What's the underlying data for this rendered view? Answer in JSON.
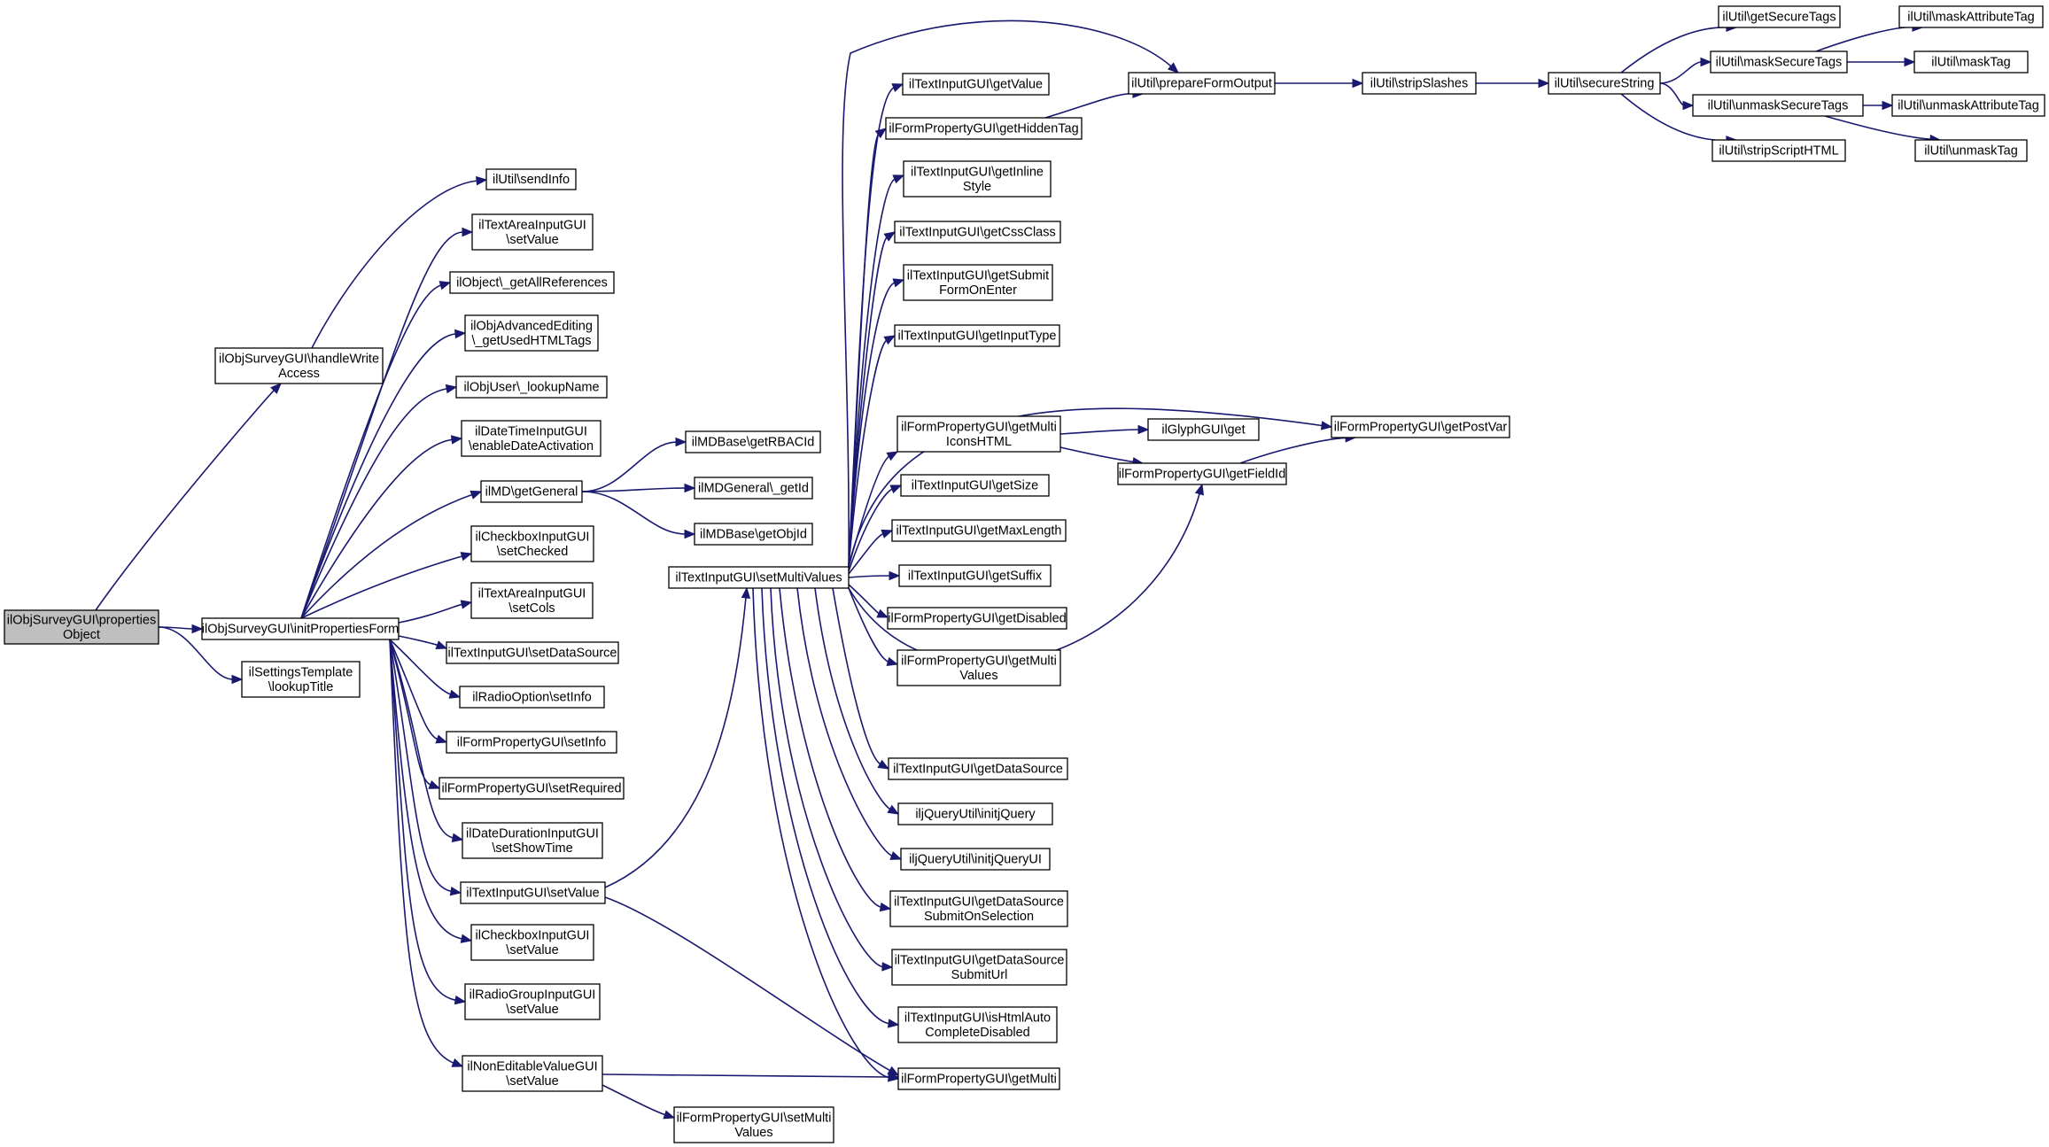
{
  "graph": {
    "nodes": [
      {
        "id": "n0",
        "lines": [
          "ilObjSurveyGUI\\properties",
          "Object"
        ],
        "root": true
      },
      {
        "id": "n1",
        "lines": [
          "ilObjSurveyGUI\\handleWrite",
          "Access"
        ]
      },
      {
        "id": "n2",
        "lines": [
          "ilObjSurveyGUI\\initPropertiesForm"
        ]
      },
      {
        "id": "n3",
        "lines": [
          "ilSettingsTemplate",
          "\\lookupTitle"
        ]
      },
      {
        "id": "n4",
        "lines": [
          "ilUtil\\sendInfo"
        ]
      },
      {
        "id": "n5",
        "lines": [
          "ilTextAreaInputGUI",
          "\\setValue"
        ]
      },
      {
        "id": "n6",
        "lines": [
          "ilObject\\_getAllReferences"
        ]
      },
      {
        "id": "n7",
        "lines": [
          "ilObjAdvancedEditing",
          "\\_getUsedHTMLTags"
        ]
      },
      {
        "id": "n8",
        "lines": [
          "ilObjUser\\_lookupName"
        ]
      },
      {
        "id": "n9",
        "lines": [
          "ilDateTimeInputGUI",
          "\\enableDateActivation"
        ]
      },
      {
        "id": "n10",
        "lines": [
          "ilMD\\getGeneral"
        ]
      },
      {
        "id": "n11",
        "lines": [
          "ilCheckboxInputGUI",
          "\\setChecked"
        ]
      },
      {
        "id": "n12",
        "lines": [
          "ilTextAreaInputGUI",
          "\\setCols"
        ]
      },
      {
        "id": "n13",
        "lines": [
          "ilTextInputGUI\\setDataSource"
        ]
      },
      {
        "id": "n14",
        "lines": [
          "ilRadioOption\\setInfo"
        ]
      },
      {
        "id": "n15",
        "lines": [
          "ilFormPropertyGUI\\setInfo"
        ]
      },
      {
        "id": "n16",
        "lines": [
          "ilFormPropertyGUI\\setRequired"
        ]
      },
      {
        "id": "n17",
        "lines": [
          "ilDateDurationInputGUI",
          "\\setShowTime"
        ]
      },
      {
        "id": "n18",
        "lines": [
          "ilTextInputGUI\\setValue"
        ]
      },
      {
        "id": "n19",
        "lines": [
          "ilCheckboxInputGUI",
          "\\setValue"
        ]
      },
      {
        "id": "n20",
        "lines": [
          "ilRadioGroupInputGUI",
          "\\setValue"
        ]
      },
      {
        "id": "n21",
        "lines": [
          "ilNonEditableValueGUI",
          "\\setValue"
        ]
      },
      {
        "id": "n22",
        "lines": [
          "ilMDBase\\getRBACId"
        ]
      },
      {
        "id": "n23",
        "lines": [
          "ilMDGeneral\\_getId"
        ]
      },
      {
        "id": "n24",
        "lines": [
          "ilMDBase\\getObjId"
        ]
      },
      {
        "id": "n25",
        "lines": [
          "ilTextInputGUI\\setMultiValues"
        ]
      },
      {
        "id": "n26",
        "lines": [
          "ilFormPropertyGUI\\setMulti",
          "Values"
        ]
      },
      {
        "id": "n27",
        "lines": [
          "ilTextInputGUI\\getValue"
        ]
      },
      {
        "id": "n28",
        "lines": [
          "ilFormPropertyGUI\\getHiddenTag"
        ]
      },
      {
        "id": "n29",
        "lines": [
          "ilTextInputGUI\\getInline",
          "Style"
        ]
      },
      {
        "id": "n30",
        "lines": [
          "ilTextInputGUI\\getCssClass"
        ]
      },
      {
        "id": "n31",
        "lines": [
          "ilTextInputGUI\\getSubmit",
          "FormOnEnter"
        ]
      },
      {
        "id": "n32",
        "lines": [
          "ilTextInputGUI\\getInputType"
        ]
      },
      {
        "id": "n33",
        "lines": [
          "ilFormPropertyGUI\\getMulti",
          "IconsHTML"
        ]
      },
      {
        "id": "n34",
        "lines": [
          "ilTextInputGUI\\getSize"
        ]
      },
      {
        "id": "n35",
        "lines": [
          "ilTextInputGUI\\getMaxLength"
        ]
      },
      {
        "id": "n36",
        "lines": [
          "ilTextInputGUI\\getSuffix"
        ]
      },
      {
        "id": "n37",
        "lines": [
          "ilFormPropertyGUI\\getDisabled"
        ]
      },
      {
        "id": "n38",
        "lines": [
          "ilFormPropertyGUI\\getMulti",
          "Values"
        ]
      },
      {
        "id": "n39",
        "lines": [
          "ilTextInputGUI\\getDataSource"
        ]
      },
      {
        "id": "n40",
        "lines": [
          "iljQueryUtil\\initjQuery"
        ]
      },
      {
        "id": "n41",
        "lines": [
          "iljQueryUtil\\initjQueryUI"
        ]
      },
      {
        "id": "n42",
        "lines": [
          "ilTextInputGUI\\getDataSource",
          "SubmitOnSelection"
        ]
      },
      {
        "id": "n43",
        "lines": [
          "ilTextInputGUI\\getDataSource",
          "SubmitUrl"
        ]
      },
      {
        "id": "n44",
        "lines": [
          "ilTextInputGUI\\isHtmlAuto",
          "CompleteDisabled"
        ]
      },
      {
        "id": "n45",
        "lines": [
          "ilFormPropertyGUI\\getMulti"
        ]
      },
      {
        "id": "n46",
        "lines": [
          "ilUtil\\prepareFormOutput"
        ]
      },
      {
        "id": "n47",
        "lines": [
          "ilGlyphGUI\\get"
        ]
      },
      {
        "id": "n48",
        "lines": [
          "ilFormPropertyGUI\\getFieldId"
        ]
      },
      {
        "id": "n49",
        "lines": [
          "ilFormPropertyGUI\\getPostVar"
        ]
      },
      {
        "id": "n50",
        "lines": [
          "ilUtil\\stripSlashes"
        ]
      },
      {
        "id": "n51",
        "lines": [
          "ilUtil\\secureString"
        ]
      },
      {
        "id": "n52",
        "lines": [
          "ilUtil\\getSecureTags"
        ]
      },
      {
        "id": "n53",
        "lines": [
          "ilUtil\\maskSecureTags"
        ]
      },
      {
        "id": "n54",
        "lines": [
          "ilUtil\\unmaskSecureTags"
        ]
      },
      {
        "id": "n55",
        "lines": [
          "ilUtil\\stripScriptHTML"
        ]
      },
      {
        "id": "n56",
        "lines": [
          "ilUtil\\maskAttributeTag"
        ]
      },
      {
        "id": "n57",
        "lines": [
          "ilUtil\\maskTag"
        ]
      },
      {
        "id": "n58",
        "lines": [
          "ilUtil\\unmaskAttributeTag"
        ]
      },
      {
        "id": "n59",
        "lines": [
          "ilUtil\\unmaskTag"
        ]
      }
    ],
    "edges": [
      [
        "n0",
        "n1"
      ],
      [
        "n0",
        "n2"
      ],
      [
        "n0",
        "n3"
      ],
      [
        "n1",
        "n4"
      ],
      [
        "n2",
        "n5"
      ],
      [
        "n2",
        "n6"
      ],
      [
        "n2",
        "n7"
      ],
      [
        "n2",
        "n8"
      ],
      [
        "n2",
        "n9"
      ],
      [
        "n2",
        "n10"
      ],
      [
        "n2",
        "n11"
      ],
      [
        "n2",
        "n12"
      ],
      [
        "n2",
        "n13"
      ],
      [
        "n2",
        "n14"
      ],
      [
        "n2",
        "n15"
      ],
      [
        "n2",
        "n16"
      ],
      [
        "n2",
        "n17"
      ],
      [
        "n2",
        "n18"
      ],
      [
        "n2",
        "n19"
      ],
      [
        "n2",
        "n20"
      ],
      [
        "n2",
        "n21"
      ],
      [
        "n10",
        "n22"
      ],
      [
        "n10",
        "n23"
      ],
      [
        "n10",
        "n24"
      ],
      [
        "n18",
        "n25"
      ],
      [
        "n18",
        "n45"
      ],
      [
        "n21",
        "n26"
      ],
      [
        "n21",
        "n45"
      ],
      [
        "n25",
        "n27"
      ],
      [
        "n25",
        "n28"
      ],
      [
        "n25",
        "n29"
      ],
      [
        "n25",
        "n30"
      ],
      [
        "n25",
        "n31"
      ],
      [
        "n25",
        "n32"
      ],
      [
        "n25",
        "n33"
      ],
      [
        "n25",
        "n34"
      ],
      [
        "n25",
        "n35"
      ],
      [
        "n25",
        "n36"
      ],
      [
        "n25",
        "n37"
      ],
      [
        "n25",
        "n38"
      ],
      [
        "n25",
        "n39"
      ],
      [
        "n25",
        "n40"
      ],
      [
        "n25",
        "n41"
      ],
      [
        "n25",
        "n42"
      ],
      [
        "n25",
        "n43"
      ],
      [
        "n25",
        "n44"
      ],
      [
        "n25",
        "n45"
      ],
      [
        "n25",
        "n46"
      ],
      [
        "n25",
        "n48"
      ],
      [
        "n25",
        "n49"
      ],
      [
        "n28",
        "n46"
      ],
      [
        "n33",
        "n47"
      ],
      [
        "n33",
        "n48"
      ],
      [
        "n48",
        "n49"
      ],
      [
        "n46",
        "n50"
      ],
      [
        "n50",
        "n51"
      ],
      [
        "n51",
        "n52"
      ],
      [
        "n51",
        "n53"
      ],
      [
        "n51",
        "n54"
      ],
      [
        "n51",
        "n55"
      ],
      [
        "n53",
        "n56"
      ],
      [
        "n53",
        "n57"
      ],
      [
        "n54",
        "n58"
      ],
      [
        "n54",
        "n59"
      ]
    ]
  }
}
